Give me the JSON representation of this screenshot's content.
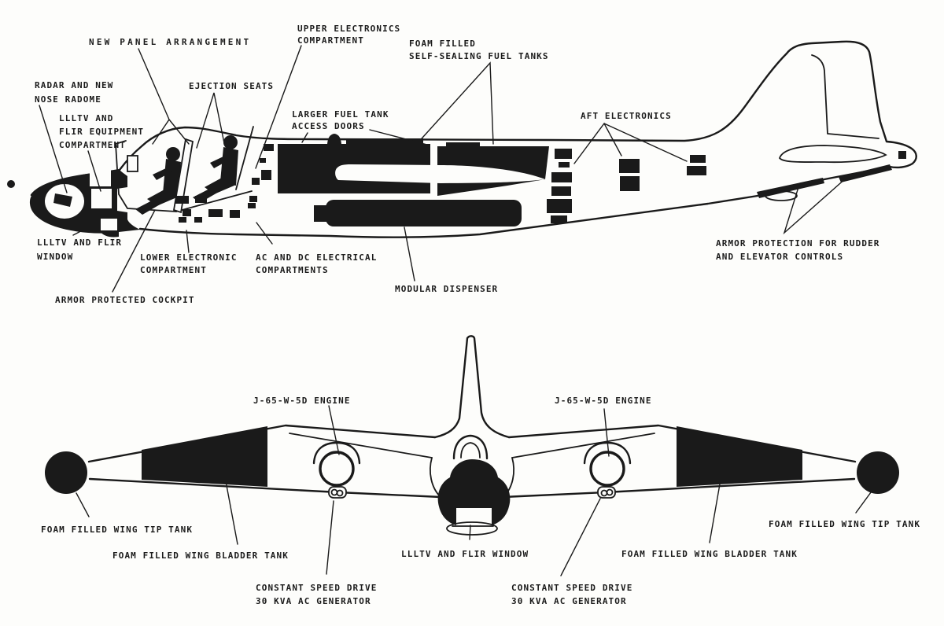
{
  "figure": {
    "background": "#fdfdfb",
    "ink": "#1a1a1a",
    "description_tags": [
      "aircraft modification cutaway diagram",
      "side profile view",
      "front view"
    ]
  },
  "side_view": {
    "labels": {
      "new_panel": {
        "text": "NEW PANEL ARRANGEMENT"
      },
      "upper_electronics": {
        "line1": "UPPER ELECTRONICS",
        "line2": "COMPARTMENT"
      },
      "foam_tanks": {
        "line1": "FOAM FILLED",
        "line2": "SELF-SEALING FUEL TANKS"
      },
      "radar_nose": {
        "line1": "RADAR AND NEW",
        "line2": "NOSE RADOME"
      },
      "ejection_seats": {
        "text": "EJECTION SEATS"
      },
      "lltv_equipment": {
        "line1": "LLLTV AND",
        "line2": "FLIR EQUIPMENT",
        "line3": "COMPARTMENT"
      },
      "larger_fuel": {
        "line1": "LARGER FUEL TANK",
        "line2": "ACCESS DOORS"
      },
      "aft_electronics": {
        "text": "AFT ELECTRONICS"
      },
      "lltv_window": {
        "line1": "LLLTV AND FLIR",
        "line2": "WINDOW"
      },
      "lower_electronic": {
        "line1": "LOWER ELECTRONIC",
        "line2": "COMPARTMENT"
      },
      "ac_dc": {
        "line1": "AC AND DC ELECTRICAL",
        "line2": "COMPARTMENTS"
      },
      "armor_cockpit": {
        "text": "ARMOR PROTECTED COCKPIT"
      },
      "modular_dispenser": {
        "text": "MODULAR DISPENSER"
      },
      "armor_rudder": {
        "line1": "ARMOR PROTECTION FOR RUDDER",
        "line2": "AND ELEVATOR CONTROLS"
      }
    }
  },
  "front_view": {
    "labels": {
      "engine_left": {
        "text": "J-65-W-5D ENGINE"
      },
      "engine_right": {
        "text": "J-65-W-5D ENGINE"
      },
      "tip_tank_left": {
        "text": "FOAM FILLED WING TIP TANK"
      },
      "bladder_left": {
        "text": "FOAM FILLED WING BLADDER TANK"
      },
      "csd_left": {
        "line1": "CONSTANT SPEED DRIVE",
        "line2": "30 KVA AC GENERATOR"
      },
      "lltv_window": {
        "text": "LLLTV AND FLIR WINDOW"
      },
      "bladder_right": {
        "text": "FOAM FILLED WING BLADDER TANK"
      },
      "tip_tank_right": {
        "text": "FOAM FILLED WING TIP TANK"
      },
      "csd_right": {
        "line1": "CONSTANT SPEED DRIVE",
        "line2": "30 KVA AC GENERATOR"
      }
    }
  }
}
